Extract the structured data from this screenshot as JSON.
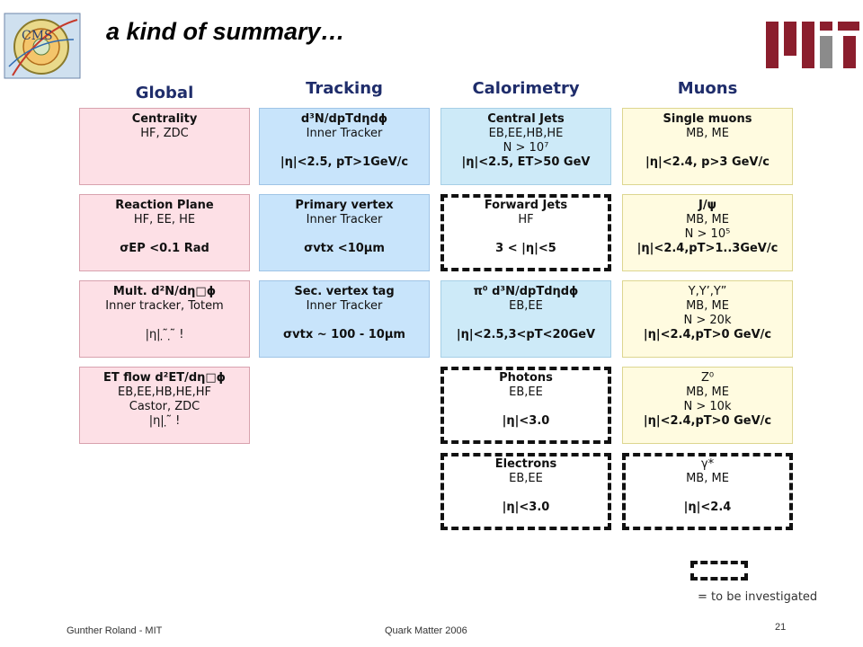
{
  "slide": {
    "title": "a kind of summary…",
    "footer_author": "Gunther Roland - MIT",
    "footer_conference": "Quark Matter 2006",
    "page_number": "21"
  },
  "logos": {
    "left": "CMS",
    "right": "MIT"
  },
  "columns": {
    "global": "Global",
    "tracking": "Tracking",
    "calorimetry": "Calorimetry",
    "muons": "Muons"
  },
  "colors": {
    "heading": "#1f2d6b",
    "global": "#fde0e6",
    "tracking": "#c8e4fb",
    "calorimetry": "#cdeaf8",
    "muons": "#fffbe0"
  },
  "global": [
    {
      "title": "Centrality",
      "lines": [
        "HF, ZDC"
      ],
      "cut": ""
    },
    {
      "title": "Reaction Plane",
      "lines": [
        "HF, EE, HE"
      ],
      "cut": "σEP <0.1 Rad"
    },
    {
      "title": "Mult. d²N/dη□ϕ",
      "lines": [
        "Inner tracker, Totem"
      ],
      "cut": "|η| ̣ ̃ ̣ ̃ !"
    },
    {
      "title": "ET flow d²ET/dη□ϕ",
      "lines": [
        "EB,EE,HB,HE,HF",
        "Castor, ZDC",
        "|η| ̣ ̃ !"
      ],
      "cut": ""
    }
  ],
  "tracking": [
    {
      "title": "d³N/dpTdηdϕ",
      "lines": [
        "Inner Tracker"
      ],
      "cut": "|η|<2.5, pT>1GeV/c"
    },
    {
      "title": "Primary vertex",
      "lines": [
        "Inner Tracker"
      ],
      "cut": "σvtx <10μm"
    },
    {
      "title": "Sec. vertex tag",
      "lines": [
        "Inner Tracker"
      ],
      "cut": "σvtx ~ 100 - 10μm"
    }
  ],
  "calorimetry": [
    {
      "title": "Central Jets",
      "lines": [
        "EB,EE,HB,HE",
        "N > 10⁷"
      ],
      "cut": "|η|<2.5, ET>50 GeV"
    },
    {
      "title": "Forward Jets",
      "lines": [
        "HF"
      ],
      "cut": "3 < |η|<5"
    },
    {
      "title": "π⁰ d³N/dpTdηdϕ",
      "lines": [
        "EB,EE"
      ],
      "cut": "|η|<2.5,3<pT<20GeV"
    },
    {
      "title": "Photons",
      "lines": [
        "EB,EE"
      ],
      "cut": "|η|<3.0"
    },
    {
      "title": "Electrons",
      "lines": [
        "EB,EE"
      ],
      "cut": "|η|<3.0"
    }
  ],
  "muons": [
    {
      "title": "Single muons",
      "lines": [
        "MB, ME"
      ],
      "cut": "|η|<2.4, p>3 GeV/c"
    },
    {
      "title": "J/ψ",
      "lines": [
        "MB, ME",
        "N > 10⁵"
      ],
      "cut": "|η|<2.4,pT>1..3GeV/c"
    },
    {
      "title": "Y,Y’,Y”",
      "lines": [
        "MB, ME",
        "N > 20k"
      ],
      "cut": "|η|<2.4,pT>0 GeV/c"
    },
    {
      "title": "Z⁰",
      "lines": [
        "MB, ME",
        "N > 10k"
      ],
      "cut": "|η|<2.4,pT>0 GeV/c"
    },
    {
      "title": "γ*",
      "lines": [
        "MB, ME"
      ],
      "cut": "|η|<2.4"
    }
  ],
  "legend": {
    "text": "= to be investigated"
  }
}
